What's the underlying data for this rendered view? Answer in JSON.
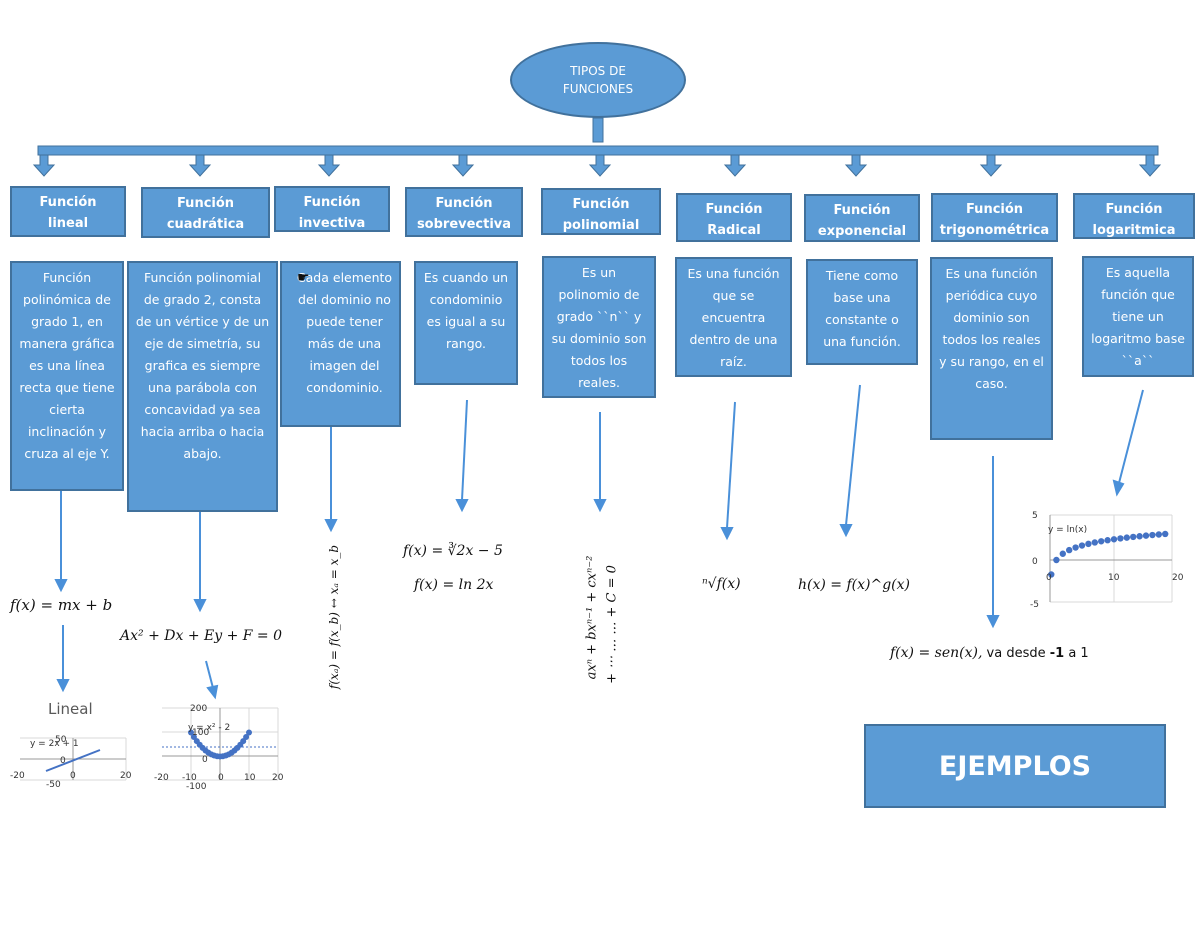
{
  "root": {
    "line1": "TIPOS DE",
    "line2": "FUNCIONES"
  },
  "titles": [
    {
      "line1": "Función",
      "line2": "lineal"
    },
    {
      "line1": "Función",
      "line2": "cuadrática"
    },
    {
      "line1": "Función",
      "line2": "invectiva"
    },
    {
      "line1": "Función",
      "line2": "sobrevectiva"
    },
    {
      "line1": "Función",
      "line2": "polinomial"
    },
    {
      "line1": "Función",
      "line2": "Radical"
    },
    {
      "line1": "Función",
      "line2": "exponencial"
    },
    {
      "line1": "Función",
      "line2": "trigonométrica"
    },
    {
      "line1": "Función",
      "line2": "logaritmica"
    }
  ],
  "descriptions": [
    "Función polinómica de grado 1, en manera gráfica es una línea recta que tiene cierta inclinación y cruza al eje Y.",
    "Función polinomial de grado 2, consta de un vértice y de un eje de simetría, su grafica es siempre una parábola con concavidad ya sea hacia arriba o hacia abajo.",
    "Cada elemento del dominio no puede tener más de una imagen del condominio.",
    "Es cuando un condominio es igual a su rango.",
    "Es un polinomio de grado ``n`` y su dominio son todos los reales.",
    "Es una función que se encuentra dentro de una raíz.",
    "Tiene como base una constante o una función.",
    "Es una función periódica cuyo dominio son todos los reales y su rango, en el caso.",
    "Es aquella función que tiene un logaritmo base ``a``"
  ],
  "formulas": {
    "lineal": "f(x) = mx + b",
    "cuadratica": "Ax² + Dx + Ey + F = 0",
    "invectiva": "f(xₐ) = f(x_b) ↔ xₐ = x_b",
    "sobrevectiva_1": "f(x) = ∛2x − 5",
    "sobrevectiva_2": "f(x) = ln 2x",
    "polinomial_1": "axⁿ + bxⁿ⁻¹ + cxⁿ⁻²",
    "polinomial_2": "+ ⋯ … … + C = 0",
    "radical": "ⁿ√f(x)",
    "exponencial": "h(x) = f(x)^g(x)",
    "trig_formula": "f(x) = sen(x),",
    "trig_rest_a": " va desde ",
    "trig_rest_b": "-1",
    "trig_rest_c": " a 1"
  },
  "charts": {
    "lineal": {
      "title": "Lineal",
      "equation": "y = 2x + 1",
      "xticks": [
        "-20",
        "0",
        "20"
      ],
      "yticks": [
        "50",
        "0",
        "-50"
      ]
    },
    "cuadratica": {
      "equation": "y = x² - 2",
      "xticks": [
        "-20",
        "-10",
        "0",
        "10",
        "20"
      ],
      "yticks": [
        "200",
        "100",
        "0",
        "-100"
      ]
    },
    "logaritmica": {
      "equation": "y = ln(x)",
      "xticks": [
        "0",
        "10",
        "20"
      ],
      "yticks": [
        "5",
        "0",
        "-5"
      ]
    }
  },
  "ejemplos_label": "EJEMPLOS",
  "colors": {
    "box_fill": "#5b9bd5",
    "box_border": "#41719c",
    "arrow": "#4a90d9"
  }
}
